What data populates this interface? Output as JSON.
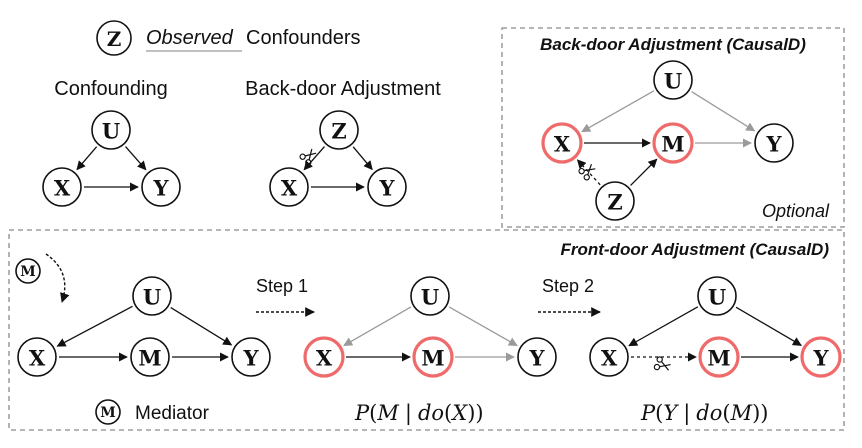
{
  "legend": {
    "confounder_symbol": "Z",
    "confounder_emph": "Observed",
    "confounder_text": "Confounders",
    "mediator_symbol": "M",
    "mediator_text": "Mediator"
  },
  "panels": {
    "confounding_title": "Confounding",
    "backdoor_title": "Back-door Adjustment",
    "backdoor_causald_title": "Back-door Adjustment (CausalD)",
    "optional_label": "Optional",
    "frontdoor_causald_title": "Front-door Adjustment (CausalD)"
  },
  "steps": {
    "step1": "Step 1",
    "step2": "Step 2"
  },
  "formulas": {
    "f1": {
      "P": "P",
      "A": "M",
      "bar": "|",
      "do": "do",
      "B": "X"
    },
    "f2": {
      "P": "P",
      "A": "Y",
      "bar": "|",
      "do": "do",
      "B": "M"
    }
  },
  "node_labels": {
    "U": "U",
    "X": "X",
    "Y": "Y",
    "Z": "Z",
    "M": "M"
  },
  "icons": {
    "scissors": "scissors-icon"
  },
  "colors": {
    "highlight": "#ef6b6b",
    "edge_dark": "#111111",
    "edge_light": "#9a9a9a",
    "box": "#8a8a8a"
  }
}
